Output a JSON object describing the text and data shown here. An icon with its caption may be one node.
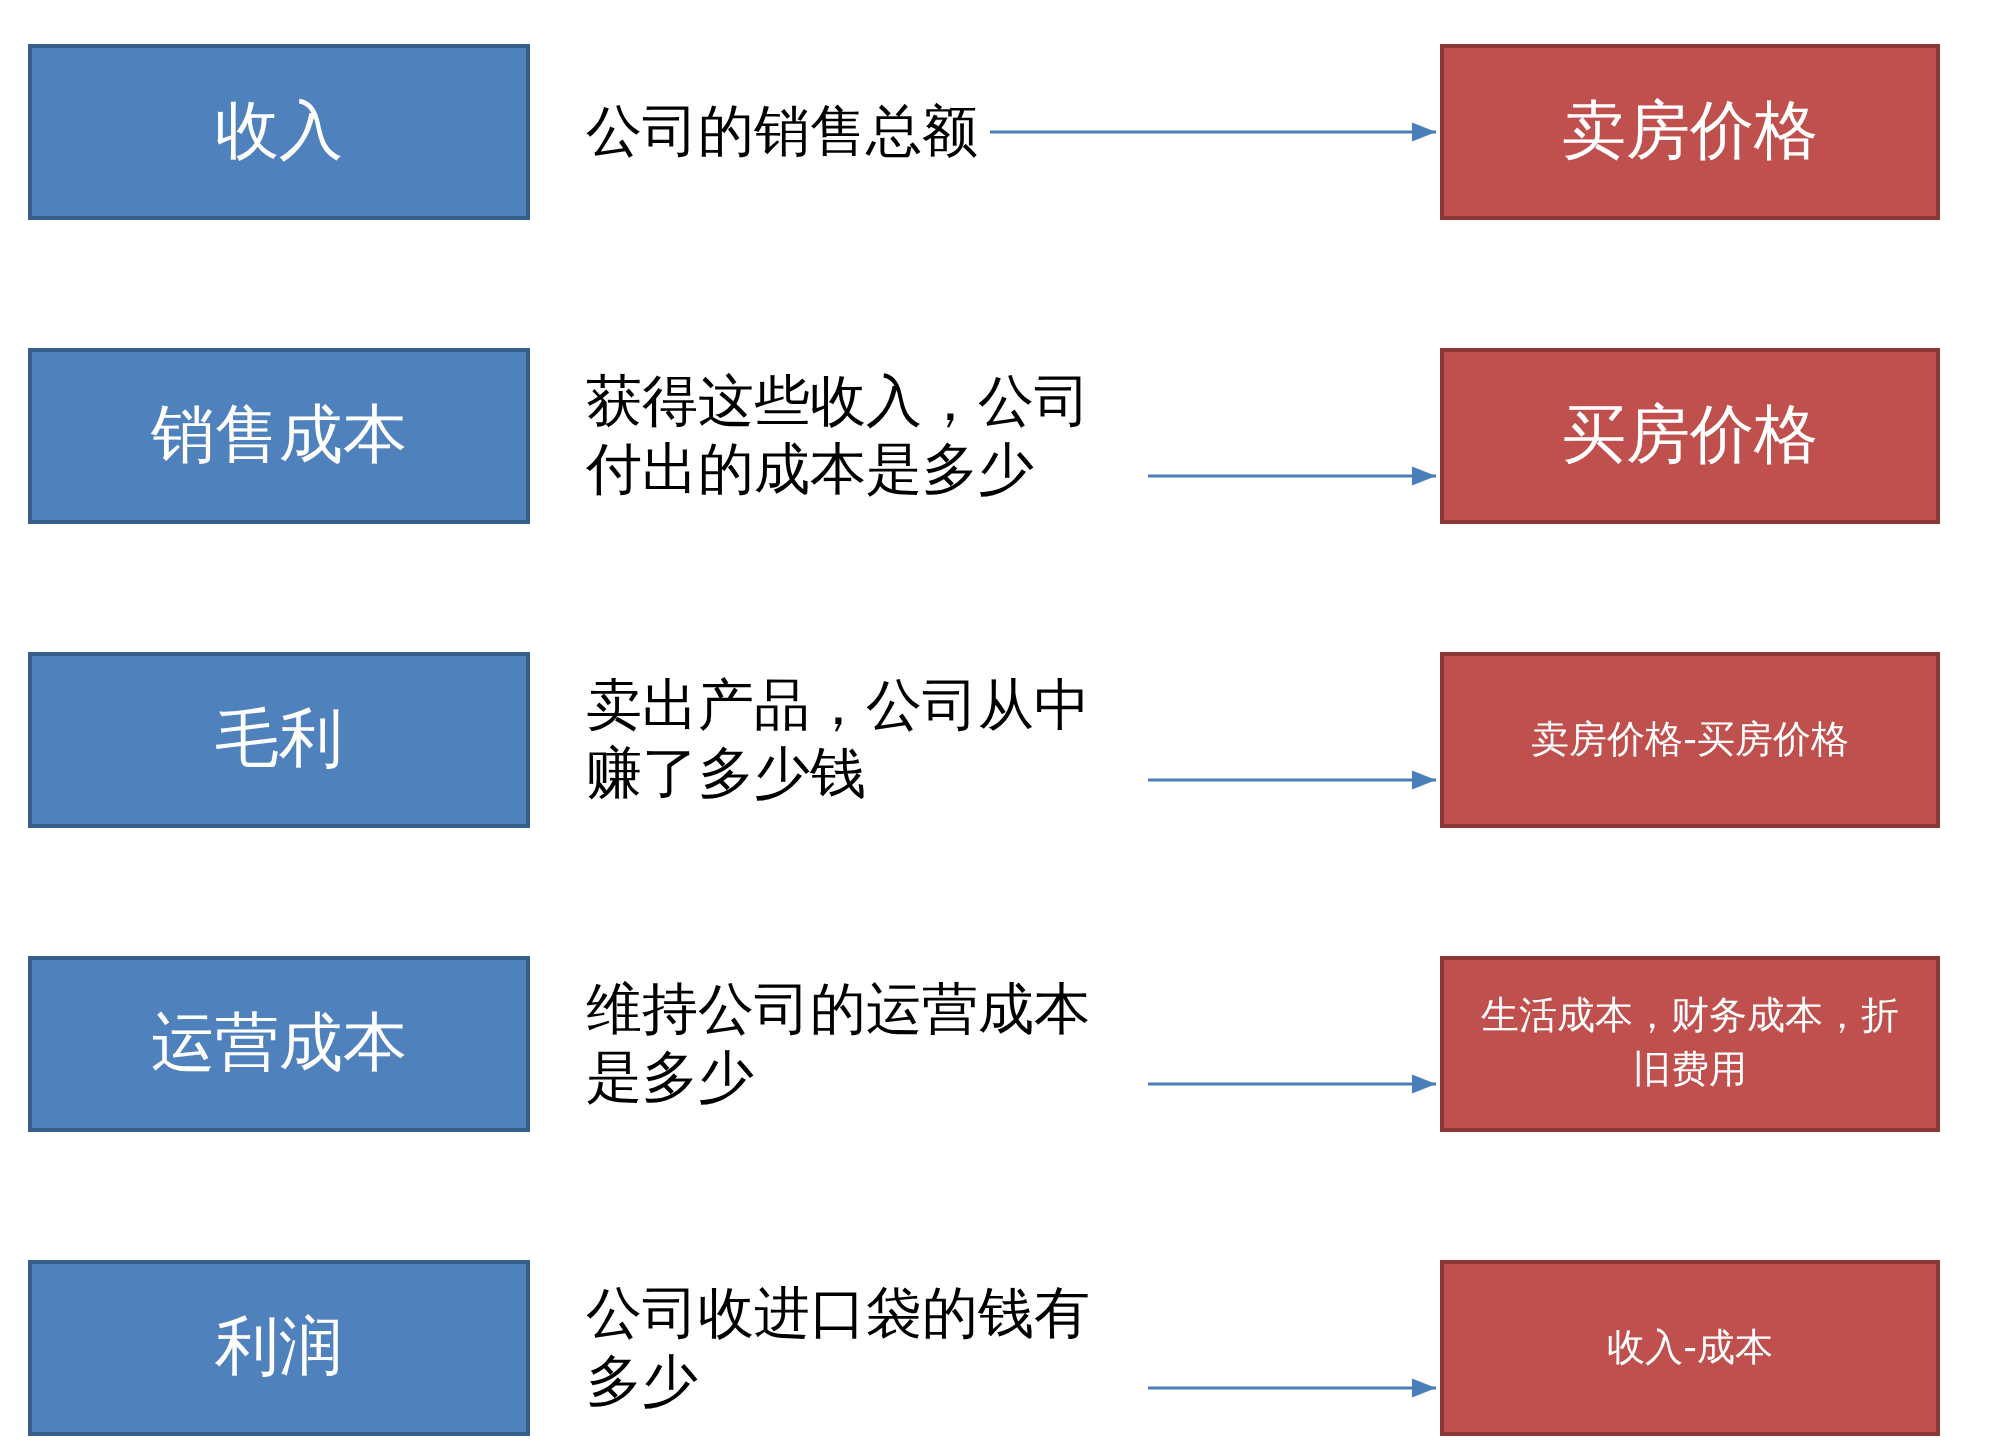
{
  "diagram": {
    "nodes": [
      {
        "text": [
          "收入"
        ]
      },
      {
        "text": [
          "公司的销售总额"
        ]
      },
      {
        "text": [
          "卖房价格"
        ]
      },
      {
        "text": [
          "销售成本"
        ]
      },
      {
        "text": [
          "获得这些收入，公司付出的成本是多少"
        ]
      },
      {
        "text": [
          "买房价格"
        ]
      },
      {
        "text": [
          "毛利"
        ]
      },
      {
        "text": [
          "卖出产品，公司从中赚了多少钱"
        ]
      },
      {
        "text": [
          "卖房价格-买房价格"
        ]
      },
      {
        "text": [
          "运营成本"
        ]
      },
      {
        "text": [
          "维持公司的运营成本是多少"
        ]
      },
      {
        "text": [
          "生活成本，财务成本，折旧费用"
        ]
      },
      {
        "text": [
          "利润"
        ]
      },
      {
        "text": [
          "公司收进口袋的钱有多少"
        ]
      },
      {
        "text": [
          "收入-成本"
        ]
      }
    ],
    "edges": [
      {
        "from": 1,
        "to": 2,
        "arrow": "to"
      },
      {
        "from": 4,
        "to": 5,
        "arrow": "to"
      },
      {
        "from": 7,
        "to": 8,
        "arrow": "to"
      },
      {
        "from": 10,
        "to": 11,
        "arrow": "to"
      },
      {
        "from": 13,
        "to": 14,
        "arrow": "to"
      }
    ]
  }
}
